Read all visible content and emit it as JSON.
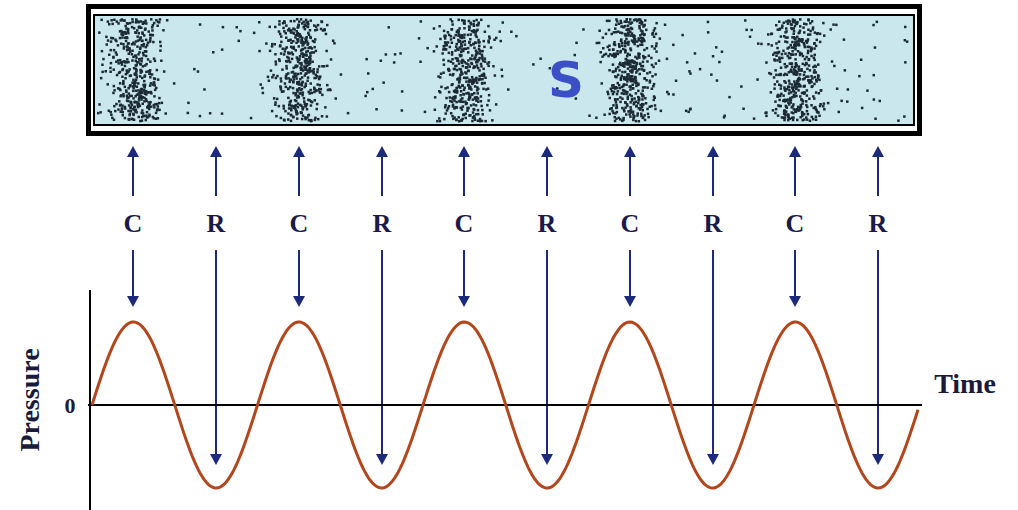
{
  "diagram": {
    "labels": [
      "S",
      "C",
      "R",
      "C",
      "R",
      "C",
      "R",
      "C",
      "R",
      "C",
      "R",
      "Pressure",
      "0",
      "Time"
    ]
  }
}
